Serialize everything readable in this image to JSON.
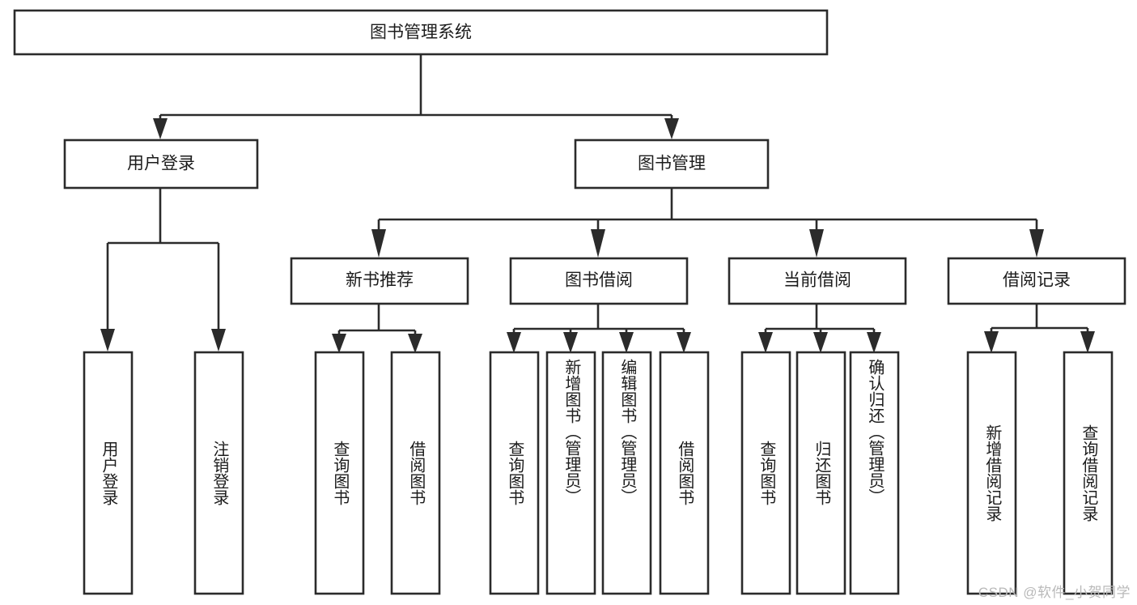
{
  "diagram": {
    "type": "tree-hierarchy-flowchart",
    "title": "图书管理系统",
    "watermark": "CSDN @软件_小贺同学",
    "colors": {
      "background": "#ffffff",
      "box_stroke": "#2b2b2b",
      "box_fill": "#ffffff",
      "text": "#1c1c1c",
      "watermark": "#b9b9b9"
    },
    "levels": {
      "root": {
        "label": "图书管理系统"
      },
      "level2": [
        {
          "label": "用户登录"
        },
        {
          "label": "图书管理"
        }
      ],
      "level3": [
        {
          "label": "新书推荐"
        },
        {
          "label": "图书借阅"
        },
        {
          "label": "当前借阅"
        },
        {
          "label": "借阅记录"
        }
      ]
    },
    "leaves": {
      "user_login": [
        {
          "label": "用户登录"
        },
        {
          "label": "注销登录"
        }
      ],
      "new_book_recommend": [
        {
          "label": "查询图书"
        },
        {
          "label": "借阅图书"
        }
      ],
      "book_borrow": [
        {
          "label": "查询图书"
        },
        {
          "label": "新增图书（管理员）"
        },
        {
          "label": "编辑图书（管理员）"
        },
        {
          "label": "借阅图书"
        }
      ],
      "current_borrow": [
        {
          "label": "查询图书"
        },
        {
          "label": "归还图书"
        },
        {
          "label": "确认归还（管理员）"
        }
      ],
      "borrow_record": [
        {
          "label": "新增借阅记录"
        },
        {
          "label": "查询借阅记录"
        }
      ]
    }
  }
}
